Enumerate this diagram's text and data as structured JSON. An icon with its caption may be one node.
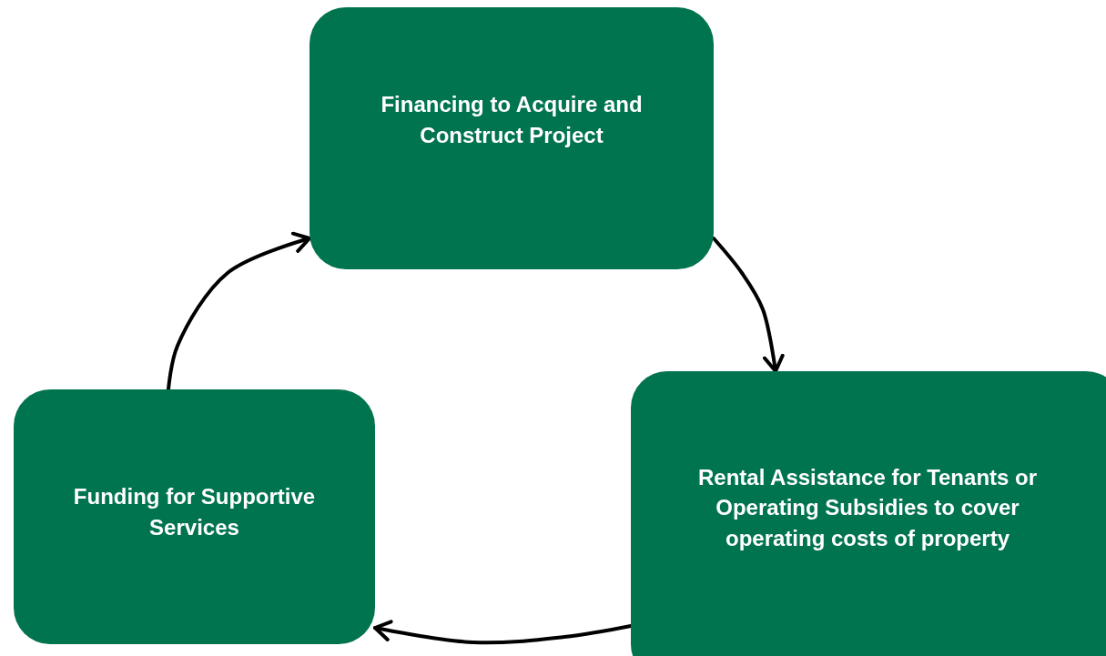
{
  "diagram": {
    "nodes": [
      {
        "text": [
          "Financing to Acquire and Construct Project"
        ]
      },
      {
        "text": [
          "Rental Assistance for Tenants or Operating Subsidies to cover operating costs of property"
        ]
      },
      {
        "text": [
          "Funding for Supportive Services"
        ]
      }
    ],
    "edges": [
      {
        "from": 0,
        "to": 1,
        "arrow": "to"
      },
      {
        "from": 1,
        "to": 2,
        "arrow": "to"
      },
      {
        "from": 2,
        "to": 0,
        "arrow": "to"
      }
    ]
  }
}
